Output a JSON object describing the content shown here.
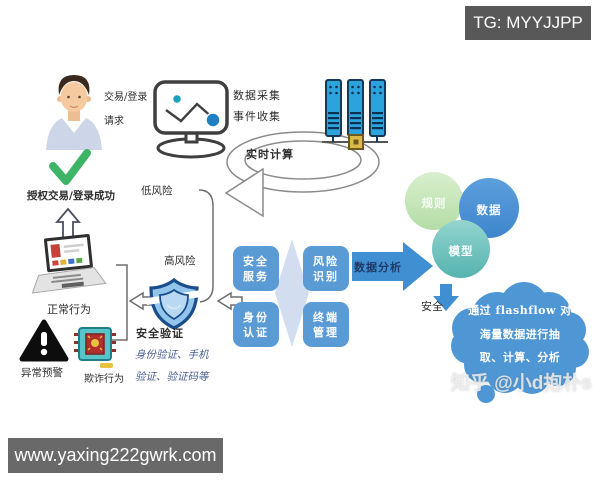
{
  "badges": {
    "tg": "TG: MYYJJPP",
    "website": "www.yaxing222gwrk.com"
  },
  "watermark": "知乎 @小d抱朴s",
  "diagram": {
    "request_line1": "交易/登录",
    "request_line2": "请求",
    "collect_line1": "数据采集",
    "collect_line2": "事件收集",
    "realtime": "实时计算",
    "low_risk": "低风险",
    "high_risk": "高风险",
    "authorized": "授权交易/登录成功",
    "normal_behavior": "正常行为",
    "abnormal_alert": "异常预警",
    "fraud_behavior": "欺诈行为",
    "verify_title": "安全验证",
    "verify_line1": "身份验证、手机",
    "verify_line2": "验证、验证码等",
    "boxes": [
      {
        "line1": "安全",
        "line2": "服务"
      },
      {
        "line1": "风险",
        "line2": "识别"
      },
      {
        "line1": "身份",
        "line2": "认证"
      },
      {
        "line1": "终端",
        "line2": "管理"
      }
    ],
    "analysis_arrow": "数据分析",
    "circles": [
      {
        "label": "规则"
      },
      {
        "label": "数据"
      },
      {
        "label": "模型"
      }
    ],
    "secure": "安全",
    "cloud_line1": "通过 flashflow 对",
    "cloud_line2": "海量数据进行抽",
    "cloud_line3": "取、计算、分析"
  },
  "colors": {
    "box_blue": "#5b9bd5",
    "arrow_blue": "#3f8fd2",
    "circle_green": "#c4e5b5",
    "circle_blue": "#4c94d8",
    "circle_teal": "#6fc3bd",
    "cloud_blue": "#4f96d4",
    "shield_fill": "#92c4ec",
    "shield_border": "#1a4e8a",
    "server_blue": "#2ba3dc",
    "check_green": "#3eb566",
    "badge_gray": "#585858",
    "diamond_blue": "#d2def0",
    "analysis_text": "#1f3a66"
  }
}
